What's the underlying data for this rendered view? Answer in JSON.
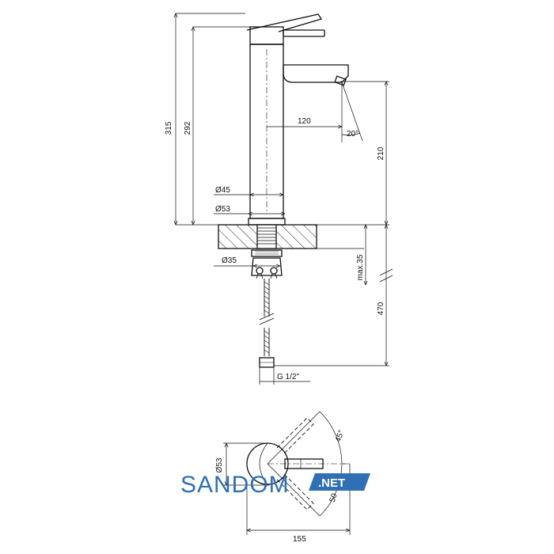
{
  "dimensions": {
    "total_height": "315",
    "body_height": "292",
    "spout_reach": "120",
    "spout_angle": "20°",
    "spout_height": "210",
    "body_diameter": "Ø45",
    "base_diameter": "Ø53",
    "shank_diameter": "Ø35",
    "max_deck": "max.35",
    "hose_length": "470",
    "thread": "G 1/2\"",
    "top_diameter": "Ø53",
    "rotation_angle": "45°",
    "handle_length": "50",
    "top_width": "155"
  },
  "logo": {
    "main": "SANDOM",
    "suffix": ".NET",
    "colors": {
      "main": "#2f6fb3",
      "badge": "#2f6fb3"
    }
  }
}
